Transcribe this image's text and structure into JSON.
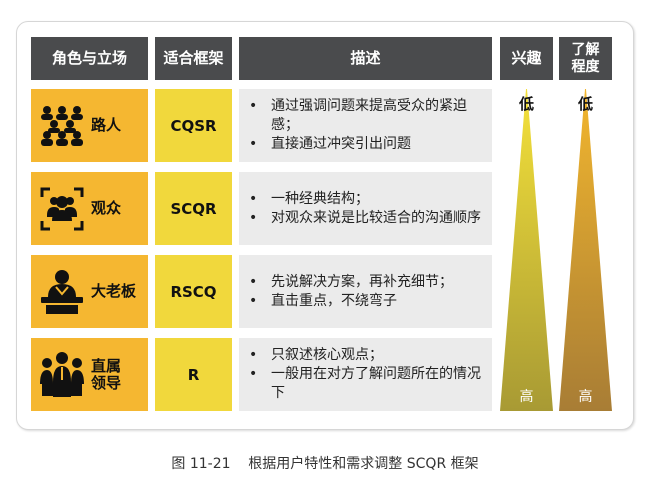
{
  "header": {
    "role": "角色与立场",
    "framework": "适合框架",
    "description": "描述",
    "interest": "兴趣",
    "understanding": "了解\n程度"
  },
  "rows": [
    {
      "icon": "crowd-icon",
      "role": "路人",
      "framework": "CQSR",
      "bullets": [
        "通过强调问题来提高受众的紧迫感；",
        "直接通过冲突引出问题"
      ]
    },
    {
      "icon": "audience-focus-icon",
      "role": "观众",
      "framework": "SCQR",
      "bullets": [
        "一种经典结构；",
        "对观众来说是比较适合的沟通顺序"
      ]
    },
    {
      "icon": "boss-desk-icon",
      "role": "大老板",
      "framework": "RSCQ",
      "bullets": [
        "先说解决方案，再补充细节；",
        "直击重点，不绕弯子"
      ]
    },
    {
      "icon": "manager-team-icon",
      "role": "直属\n领导",
      "framework": "R",
      "bullets": [
        "只叙述核心观点；",
        "一般用在对方了解问题所在的情况下"
      ]
    }
  ],
  "scales": {
    "interest": {
      "low": "低",
      "high": "高",
      "color_top": "#f4e13a",
      "color_bottom": "#a89a34"
    },
    "understanding": {
      "low": "低",
      "high": "高",
      "color_top": "#f2b62e",
      "color_bottom": "#a87d35"
    }
  },
  "colors": {
    "header_bg": "#4a4b4d",
    "role_bg": "#f5b731",
    "framework_bg": "#f1d83c",
    "desc_bg": "#ebebeb"
  },
  "caption": "图 11-21    根据用户特性和需求调整 SCQR 框架"
}
